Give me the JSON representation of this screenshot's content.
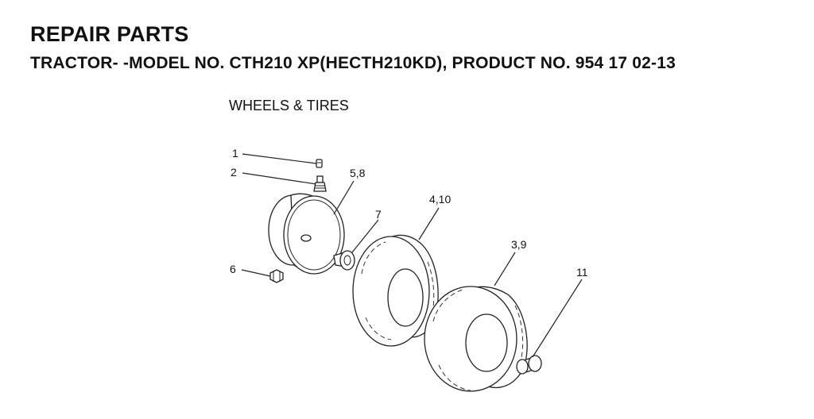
{
  "header": {
    "title": "REPAIR PARTS",
    "subtitle": "TRACTOR- -MODEL NO. CTH210 XP(HECTH210KD), PRODUCT NO. 954 17 02-13"
  },
  "section": {
    "title": "WHEELS & TIRES"
  },
  "callouts": {
    "c1": "1",
    "c2": "2",
    "c58": "5,8",
    "c7": "7",
    "c410": "4,10",
    "c39": "3,9",
    "c11": "11",
    "c6": "6"
  }
}
